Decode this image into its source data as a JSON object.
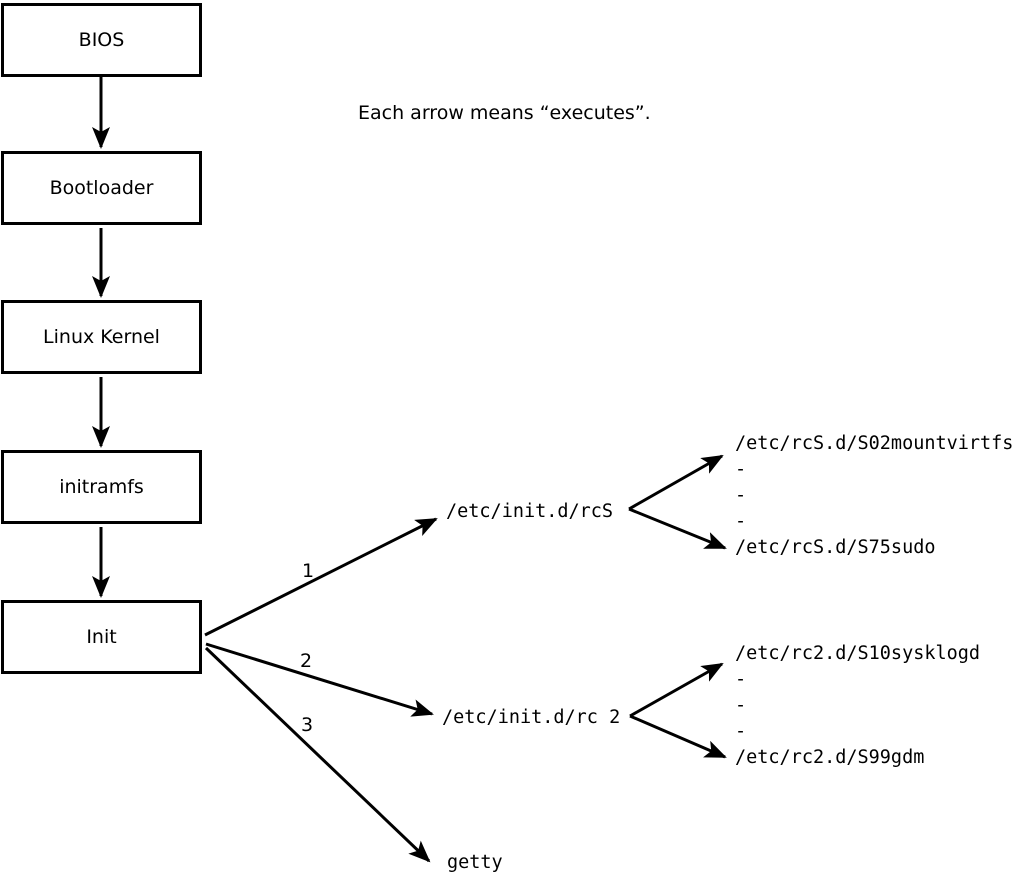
{
  "diagram": {
    "note": "Each arrow means “executes”.",
    "flow_boxes": [
      {
        "label": "BIOS"
      },
      {
        "label": "Bootloader"
      },
      {
        "label": "Linux Kernel"
      },
      {
        "label": "initramfs"
      },
      {
        "label": "Init"
      }
    ],
    "init_children": [
      {
        "order": "1",
        "label": "/etc/init.d/rcS"
      },
      {
        "order": "2",
        "label": "/etc/init.d/rc 2"
      },
      {
        "order": "3",
        "label": "getty"
      }
    ],
    "rcS_items": [
      "/etc/rcS.d/S02mountvirtfs",
      "-",
      "-",
      "-",
      "/etc/rcS.d/S75sudo"
    ],
    "rc2_items": [
      "/etc/rc2.d/S10sysklogd",
      "-",
      "-",
      "-",
      "/etc/rc2.d/S99gdm"
    ],
    "colors": {
      "line": "#000000",
      "background": "#ffffff"
    }
  }
}
